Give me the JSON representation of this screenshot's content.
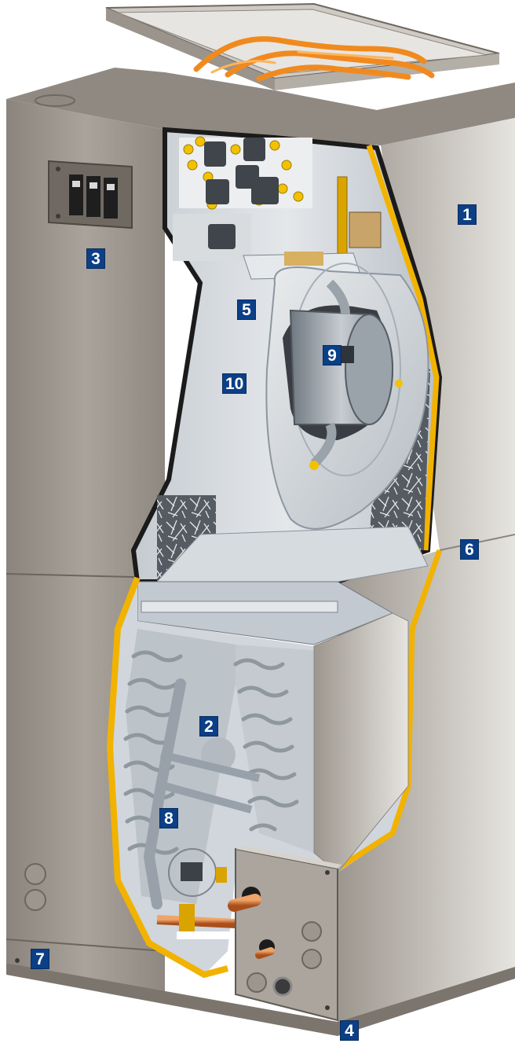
{
  "callouts": [
    {
      "id": "c1",
      "label": "1"
    },
    {
      "id": "c2",
      "label": "2"
    },
    {
      "id": "c3",
      "label": "3"
    },
    {
      "id": "c4",
      "label": "4"
    },
    {
      "id": "c5",
      "label": "5"
    },
    {
      "id": "c6",
      "label": "6"
    },
    {
      "id": "c7",
      "label": "7"
    },
    {
      "id": "c8",
      "label": "8"
    },
    {
      "id": "c9",
      "label": "9"
    },
    {
      "id": "c10",
      "label": "10"
    }
  ],
  "colors": {
    "cabinet_light": "#b9b4ad",
    "cabinet_dark": "#7d7770",
    "interior": "#d7dbdf",
    "insulation_edge": "#f2b200",
    "heater_coil": "#f08a1e",
    "copper": "#c9662a",
    "callout_bg": "#0b3f86",
    "callout_text": "#ffffff"
  },
  "icons": [
    "heater-coil-icon",
    "breaker-switch-icon",
    "blower-motor-icon",
    "evaporator-coil-icon",
    "refrigerant-line-icon"
  ]
}
